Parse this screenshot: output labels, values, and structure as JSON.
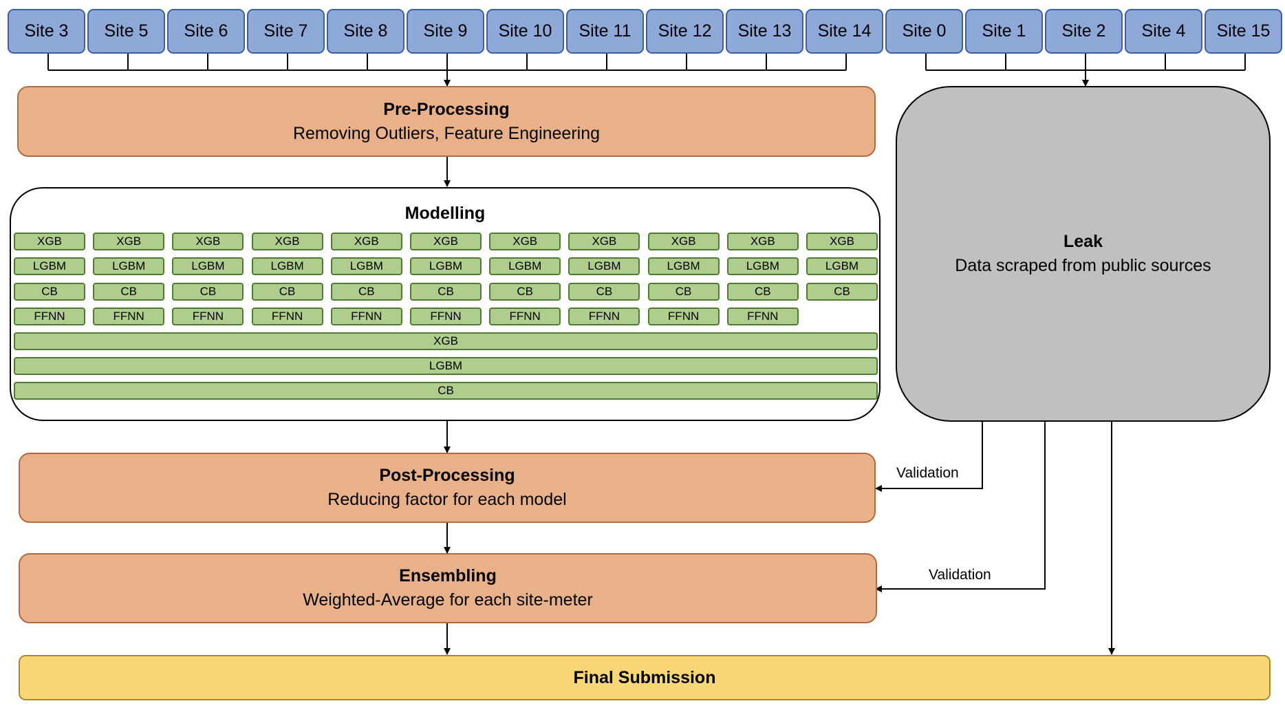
{
  "sites_left": [
    "Site 3",
    "Site 5",
    "Site 6",
    "Site 7",
    "Site 8",
    "Site 9",
    "Site 10",
    "Site 11",
    "Site 12",
    "Site 13",
    "Site 14"
  ],
  "sites_right": [
    "Site 0",
    "Site 1",
    "Site 2",
    "Site 4",
    "Site 15"
  ],
  "preprocessing": {
    "title": "Pre-Processing",
    "subtitle": "Removing Outliers, Feature Engineering"
  },
  "modelling": {
    "title": "Modelling",
    "rows": [
      [
        "XGB",
        "XGB",
        "XGB",
        "XGB",
        "XGB",
        "XGB",
        "XGB",
        "XGB",
        "XGB",
        "XGB",
        "XGB"
      ],
      [
        "LGBM",
        "LGBM",
        "LGBM",
        "LGBM",
        "LGBM",
        "LGBM",
        "LGBM",
        "LGBM",
        "LGBM",
        "LGBM",
        "LGBM"
      ],
      [
        "CB",
        "CB",
        "CB",
        "CB",
        "CB",
        "CB",
        "CB",
        "CB",
        "CB",
        "CB",
        "CB"
      ],
      [
        "FFNN",
        "FFNN",
        "FFNN",
        "FFNN",
        "FFNN",
        "FFNN",
        "FFNN",
        "FFNN",
        "FFNN",
        "FFNN"
      ]
    ],
    "global_models": [
      "XGB",
      "LGBM",
      "CB"
    ]
  },
  "leak": {
    "title": "Leak",
    "subtitle": "Data scraped from public sources"
  },
  "postprocessing": {
    "title": "Post-Processing",
    "subtitle": "Reducing factor for each model"
  },
  "ensembling": {
    "title": "Ensembling",
    "subtitle": "Weighted-Average for each site-meter"
  },
  "validation_labels": [
    "Validation",
    "Validation"
  ],
  "final": {
    "title": "Final Submission"
  }
}
